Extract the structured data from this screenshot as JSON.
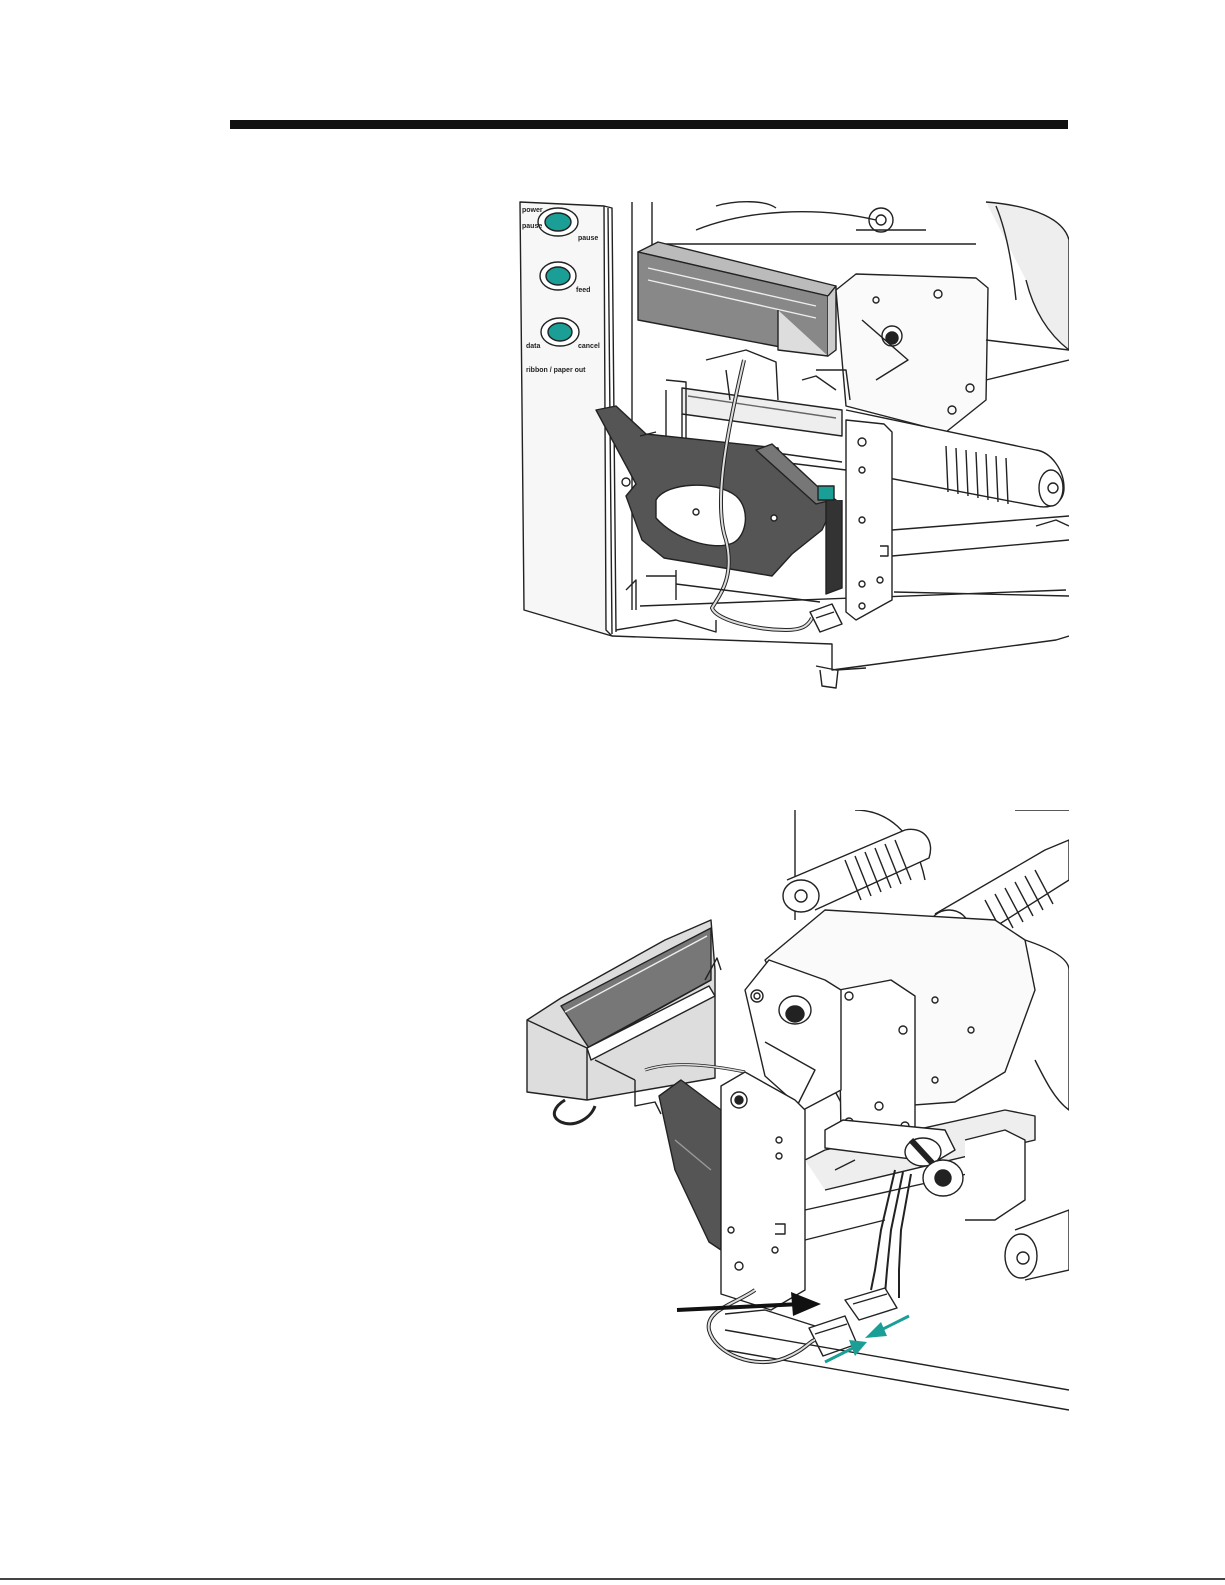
{
  "page": {
    "background": "#ffffff",
    "rule_color": "#111111"
  },
  "figure_top": {
    "icon": "printer-front-open-illustration",
    "control_panel": {
      "button_color": "#1a9e96",
      "labels": {
        "power": "power",
        "pause": "pause",
        "feed": "feed",
        "cancel": "cancel",
        "data": "data",
        "ribbon_paper_out": "ribbon / paper out"
      }
    }
  },
  "figure_bottom": {
    "icon": "printhead-cable-connector-illustration",
    "accent_color": "#1a9e96",
    "arrow_color": "#111111"
  }
}
